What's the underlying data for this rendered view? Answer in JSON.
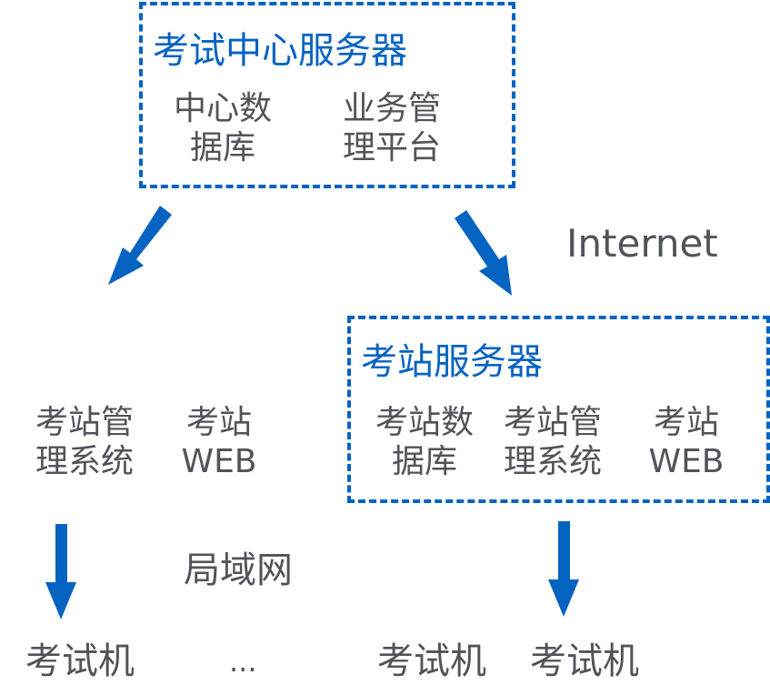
{
  "colors": {
    "accent": "#0563c1",
    "text": "#50545a"
  },
  "center_server": {
    "title": "考试中心服务器",
    "items": [
      {
        "line1": "中心数",
        "line2": "据库"
      },
      {
        "line1": "业务管",
        "line2": "理平台"
      }
    ]
  },
  "internet_label": "Internet",
  "site_server": {
    "title": "考站服务器",
    "items": [
      {
        "line1": "考站数",
        "line2": "据库"
      },
      {
        "line1": "考站管",
        "line2": "理系统"
      },
      {
        "line1": "考站",
        "line2": "WEB"
      }
    ]
  },
  "left_site": {
    "items": [
      {
        "line1": "考站管",
        "line2": "理系统"
      },
      {
        "line1": "考站",
        "line2": "WEB"
      }
    ]
  },
  "lan_label": "局域网",
  "clients": {
    "left": "考试机",
    "ellipsis": "...",
    "right1": "考试机",
    "right2": "考试机"
  }
}
